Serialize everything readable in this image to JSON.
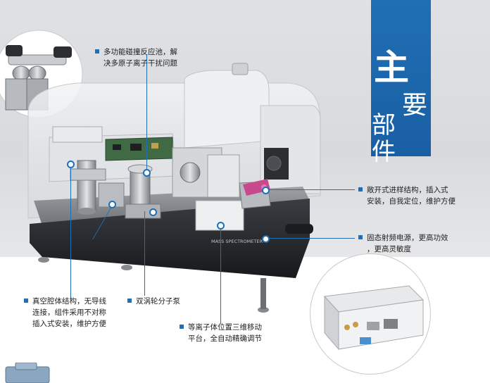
{
  "title": {
    "chars": [
      "主",
      "要",
      "部",
      "件"
    ]
  },
  "callouts": {
    "reaction_cell": [
      "多功能碰撞反应池，解",
      "决多原子离子干扰问题"
    ],
    "injection": [
      "敞开式进样结构，插入式",
      "安装，自我定位，维护方便"
    ],
    "rf_source": [
      "固态射频电源，更高功效",
      "，更高灵敏度"
    ],
    "vacuum": [
      "真空腔体结构，无导线",
      "连接，组件采用不对称",
      "插入式安装，维护方便"
    ],
    "turbo_pump": [
      "双涡轮分子泵"
    ],
    "torch_stage": [
      "等离子体位置三维移动",
      "平台，全自动精确调节"
    ]
  },
  "instrument_label": "MASS SPECTROMETER",
  "colors": {
    "accent": "#1f6fb5",
    "background": "#dcdee1"
  },
  "icons": [
    "instrument-illustration",
    "turbo-pump-inset",
    "rf-power-supply-inset"
  ]
}
